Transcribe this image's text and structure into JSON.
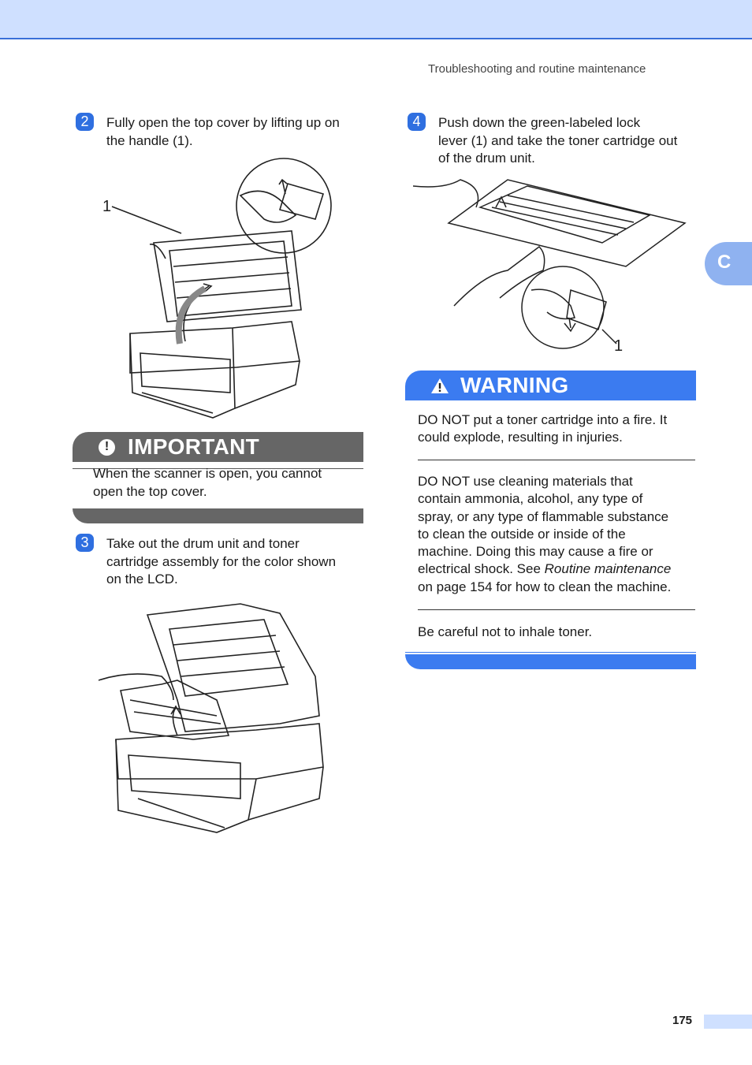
{
  "header": {
    "running_title": "Troubleshooting and routine maintenance"
  },
  "chapter_tab": {
    "letter": "C"
  },
  "steps": [
    {
      "number": "2",
      "text_line1": "Fully open the top cover by lifting up on",
      "text_line2": "the handle (1)."
    },
    {
      "number": "3",
      "text_line1": "Take out the drum unit and toner",
      "text_line2": "cartridge assembly for the color shown",
      "text_line3": "on the LCD."
    },
    {
      "number": "4",
      "text_line1": "Push down the green-labeled lock",
      "text_line2": "lever (1) and take the toner cartridge out",
      "text_line3": "of the drum unit."
    }
  ],
  "figures": {
    "fig1_callout": "1",
    "fig4_callout": "1"
  },
  "important": {
    "title": "IMPORTANT",
    "icon": "exclamation-icon",
    "line1": "When the scanner is open, you cannot",
    "line2": "open the top cover."
  },
  "warning": {
    "title": "WARNING",
    "icon": "warning-triangle-icon",
    "p1_line1": "DO NOT put a toner cartridge into a fire. It",
    "p1_line2": "could explode, resulting in injuries.",
    "p2_line1": "DO NOT use cleaning materials that",
    "p2_line2": "contain ammonia, alcohol, any type of",
    "p2_line3": "spray, or any type of flammable substance",
    "p2_line4": "to clean the outside or inside of the",
    "p2_line5": "machine. Doing this may cause a fire or",
    "p2_line6_pre": "electrical shock. See ",
    "p2_line6_em": "Routine maintenance",
    "p2_line7": "on page 154 for how to clean the machine.",
    "p3": "Be careful not to inhale toner."
  },
  "footer": {
    "page_number": "175"
  },
  "colors": {
    "accent_blue": "#3b7bf0",
    "header_band": "#cfe0ff",
    "important_gray": "#666666"
  }
}
